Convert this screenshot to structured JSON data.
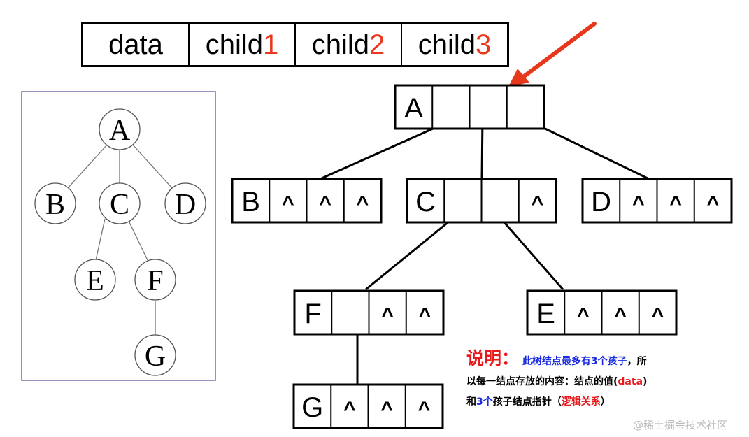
{
  "header_fields": [
    {
      "id": "data",
      "text": "data",
      "num": ""
    },
    {
      "id": "child1",
      "text": "child",
      "num": "1"
    },
    {
      "id": "child2",
      "text": "child",
      "num": "2"
    },
    {
      "id": "child3",
      "text": "child",
      "num": "3"
    }
  ],
  "tree": {
    "nodes": [
      {
        "id": "A",
        "label": "A"
      },
      {
        "id": "B",
        "label": "B"
      },
      {
        "id": "C",
        "label": "C"
      },
      {
        "id": "D",
        "label": "D"
      },
      {
        "id": "E",
        "label": "E"
      },
      {
        "id": "F",
        "label": "F"
      },
      {
        "id": "G",
        "label": "G"
      }
    ],
    "edges": [
      [
        "A",
        "B"
      ],
      [
        "A",
        "C"
      ],
      [
        "A",
        "D"
      ],
      [
        "C",
        "E"
      ],
      [
        "C",
        "F"
      ],
      [
        "F",
        "G"
      ]
    ]
  },
  "records": [
    {
      "id": "A",
      "data": "A",
      "children": [
        "",
        "",
        ""
      ]
    },
    {
      "id": "B",
      "data": "B",
      "children": [
        "^",
        "^",
        "^"
      ]
    },
    {
      "id": "C",
      "data": "C",
      "children": [
        "",
        "",
        "^"
      ]
    },
    {
      "id": "D",
      "data": "D",
      "children": [
        "^",
        "^",
        "^"
      ]
    },
    {
      "id": "F",
      "data": "F",
      "children": [
        "",
        "^",
        "^"
      ]
    },
    {
      "id": "E",
      "data": "E",
      "children": [
        "^",
        "^",
        "^"
      ]
    },
    {
      "id": "G",
      "data": "G",
      "children": [
        "^",
        "^",
        "^"
      ]
    }
  ],
  "note": {
    "title": "说明：",
    "line1_blue": "此树结点最多有3个孩子",
    "line1_end": "，所",
    "line2_start": "以每一结点存放的内容：结点的值(",
    "line2_red": "data",
    "line2_end": ")",
    "line3_start": "和",
    "line3_blue": "3个",
    "line3_mid": "孩子结点指针（",
    "line3_red": "逻辑关系",
    "line3_end": "）"
  },
  "watermark": "@稀土掘金技术社区",
  "colors": {
    "accent_red": "#e8381c",
    "note_red": "#e8191c",
    "note_blue": "#1a2be0",
    "frame_purple": "#7a6aa8"
  }
}
